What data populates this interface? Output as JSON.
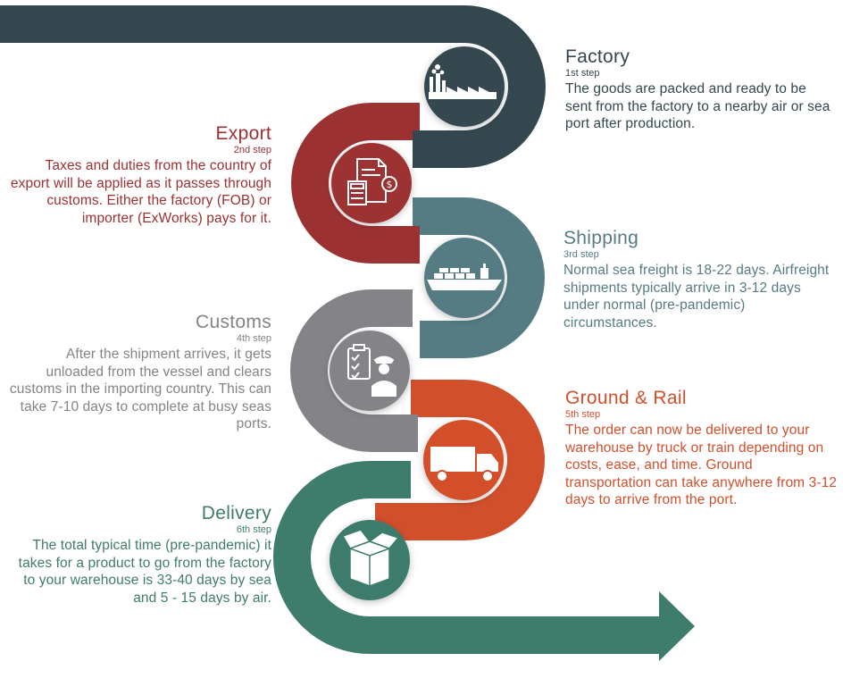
{
  "colors": {
    "factory": "#34474f",
    "export": "#9c3132",
    "shipping": "#557c83",
    "customs": "#848488",
    "ground": "#d24f2c",
    "delivery": "#3e7c6c"
  },
  "steps": [
    {
      "id": "factory",
      "title": "Factory",
      "step": "1st step",
      "icon": "factory-icon",
      "desc": "The goods are packed and ready to be sent from the factory to a nearby air or sea port after production."
    },
    {
      "id": "export",
      "title": "Export",
      "step": "2nd step",
      "icon": "documents-calculator-icon",
      "desc": "Taxes and duties from the country of export will be applied as it passes through customs. Either the factory (FOB) or importer (ExWorks) pays for it."
    },
    {
      "id": "shipping",
      "title": "Shipping",
      "step": "3rd step",
      "icon": "cargo-ship-icon",
      "desc": "Normal sea freight is 18-22 days. Airfreight shipments typically arrive in 3-12 days under normal (pre-pandemic) circumstances."
    },
    {
      "id": "customs",
      "title": "Customs",
      "step": "4th step",
      "icon": "customs-officer-icon",
      "desc": "After the shipment arrives, it gets unloaded from the vessel and clears customs in the importing country. This can take 7-10 days to complete at busy seas ports."
    },
    {
      "id": "ground",
      "title": "Ground & Rail",
      "step": "5th step",
      "icon": "truck-icon",
      "desc": "The order can now be delivered to your warehouse by truck or train depending on costs, ease, and time. Ground transportation can take anywhere from 3-12 days to arrive from the port."
    },
    {
      "id": "delivery",
      "title": "Delivery",
      "step": "6th step",
      "icon": "open-box-icon",
      "desc": "The total typical time (pre-pandemic) it takes for a product to go from the factory to your warehouse is 33-40 days by sea and 5 - 15 days by air."
    }
  ]
}
